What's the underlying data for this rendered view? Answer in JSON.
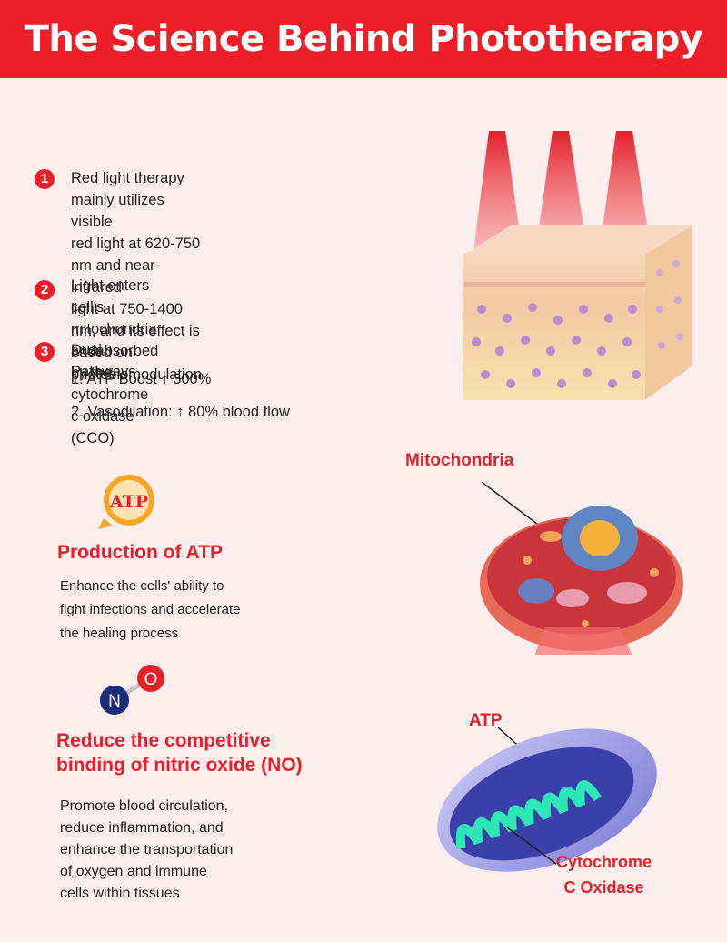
{
  "header": {
    "title": "The Science Behind Phototherapy"
  },
  "points": [
    {
      "number": "1",
      "lines": [
        "Red light therapy mainly utilizes visible",
        "red light at 620-750 nm and near-infrared",
        "light at 750-1400 nm, and its effect is",
        "based on photobiomodulation"
      ]
    },
    {
      "number": "2",
      "lines": [
        "Light enters cell's mitochondria andabsorbed",
        "by the cytochrome c oxidase (CCO)"
      ]
    },
    {
      "number": "3",
      "lines": [
        "Dual Pathways"
      ]
    }
  ],
  "pathways": [
    "1. ATP Boost ↑ 300%",
    "2. Vasodilation:  ↑ 80% blood flow"
  ],
  "atp_section": {
    "badge": "ATP",
    "title": "Production of ATP",
    "lines": [
      "Enhance the cells' ability to",
      "fight infections and accelerate",
      "the healing process"
    ]
  },
  "no_section": {
    "molecule_n": "N",
    "molecule_o": "O",
    "title_lines": [
      "Reduce the competitive",
      "binding of nitric oxide (NO)"
    ],
    "lines": [
      "Promote blood circulation,",
      "reduce inflammation, and",
      "enhance the transportation",
      "of oxygen and immune",
      "cells within tissues"
    ]
  },
  "labels": {
    "mitochondria": "Mitochondria",
    "atp": "ATP",
    "cytochrome_lines": [
      "Cytochrome",
      "C Oxidase"
    ]
  },
  "colors": {
    "accent": "#e4202a",
    "header": "#ec1f28",
    "background": "#fdeeee",
    "atp_badge": "#f5a623",
    "molecule_n": "#1b2c7a",
    "cristae": "#2ee6b6"
  }
}
